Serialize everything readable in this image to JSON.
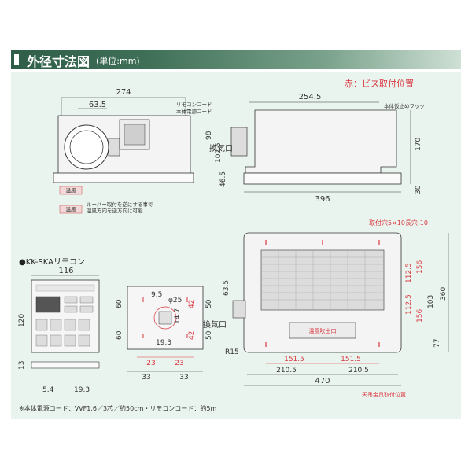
{
  "header": {
    "title": "外径寸法図",
    "unit": "(単位:mm)"
  },
  "legend_note": "赤：ビス取付位置",
  "top_view": {
    "width": "274",
    "duct_offset": "63.5",
    "icon_labels": [
      "温風",
      "温風"
    ],
    "louver_note_1": "ルーバー取付を逆にする事で",
    "louver_note_2": "温風方向を逆方向に可能"
  },
  "side_view": {
    "remote_cord": "リモコンコード",
    "power_cord": "本体電源コード",
    "hook": "本体仮止めフック",
    "exhaust": "換気口",
    "length": "254.5",
    "dims": [
      "98",
      "102.5",
      "46.5",
      "170",
      "30"
    ],
    "bottom_width": "396"
  },
  "bottom_view": {
    "mount_holes": "取付穴5×10長穴-10",
    "dims_right": [
      "112.5",
      "156",
      "112.5",
      "156",
      "103",
      "360",
      "77"
    ],
    "dims_left": [
      "63.5",
      "R15"
    ],
    "exhaust": "換気口",
    "grille_label": "温風吹出口",
    "dims_bottom_half": [
      "151.5",
      "151.5",
      "210.5",
      "210.5"
    ],
    "total_width": "470",
    "hanger_note": "天吊金具取付位置"
  },
  "remote": {
    "title": "●KK-SKAリモコン",
    "width": "116",
    "dims_left": [
      "120",
      "13",
      "5.4",
      "19.3"
    ],
    "dims_mid": [
      "60",
      "60",
      "9.5",
      "φ25",
      "14.7",
      "19.3",
      "42",
      "42",
      "50",
      "50",
      "23",
      "23",
      "33",
      "33"
    ]
  },
  "footnote": "※本体電源コード：VVF1.6／3芯／約50cm・リモコンコード：約5m",
  "colors": {
    "accent_green": "#2f5e49",
    "panel": "#eaf4ee",
    "dimension_red": "#d9363e"
  }
}
